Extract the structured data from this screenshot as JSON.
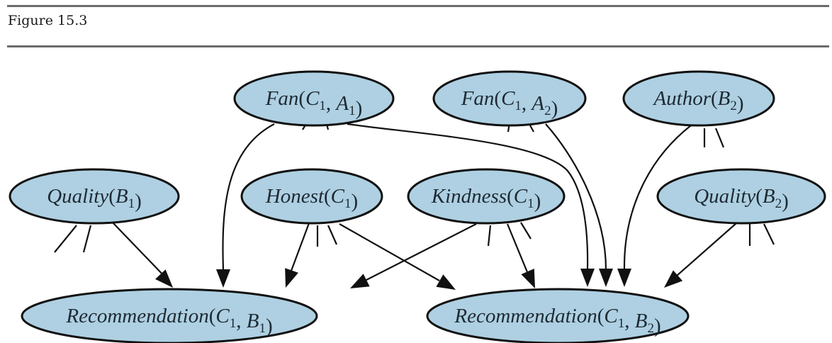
{
  "figure": {
    "caption": "Figure 15.3"
  },
  "diagram": {
    "fill_color": "#aed0e2",
    "stroke_color": "#111111",
    "nodes": [
      {
        "id": "fan_c1_a1",
        "name": "Fan",
        "args": [
          {
            "sym": "C",
            "sub": "1"
          },
          {
            "sym": "A",
            "sub": "1"
          }
        ]
      },
      {
        "id": "fan_c1_a2",
        "name": "Fan",
        "args": [
          {
            "sym": "C",
            "sub": "1"
          },
          {
            "sym": "A",
            "sub": "2"
          }
        ]
      },
      {
        "id": "author_b2",
        "name": "Author",
        "args": [
          {
            "sym": "B",
            "sub": "2"
          }
        ]
      },
      {
        "id": "quality_b1",
        "name": "Quality",
        "args": [
          {
            "sym": "B",
            "sub": "1"
          }
        ]
      },
      {
        "id": "honest_c1",
        "name": "Honest",
        "args": [
          {
            "sym": "C",
            "sub": "1"
          }
        ]
      },
      {
        "id": "kindness_c1",
        "name": "Kindness",
        "args": [
          {
            "sym": "C",
            "sub": "1"
          }
        ]
      },
      {
        "id": "quality_b2",
        "name": "Quality",
        "args": [
          {
            "sym": "B",
            "sub": "2"
          }
        ]
      },
      {
        "id": "rec_c1_b1",
        "name": "Recommendation",
        "args": [
          {
            "sym": "C",
            "sub": "1"
          },
          {
            "sym": "B",
            "sub": "1"
          }
        ]
      },
      {
        "id": "rec_c1_b2",
        "name": "Recommendation",
        "args": [
          {
            "sym": "C",
            "sub": "1"
          },
          {
            "sym": "B",
            "sub": "2"
          }
        ]
      }
    ],
    "edges": [
      {
        "from": "quality_b1",
        "to": "rec_c1_b1"
      },
      {
        "from": "fan_c1_a1",
        "to": "rec_c1_b1"
      },
      {
        "from": "honest_c1",
        "to": "rec_c1_b1"
      },
      {
        "from": "kindness_c1",
        "to": "rec_c1_b1"
      },
      {
        "from": "honest_c1",
        "to": "rec_c1_b2"
      },
      {
        "from": "kindness_c1",
        "to": "rec_c1_b2"
      },
      {
        "from": "fan_c1_a1",
        "to": "rec_c1_b2"
      },
      {
        "from": "fan_c1_a2",
        "to": "rec_c1_b2"
      },
      {
        "from": "author_b2",
        "to": "rec_c1_b2"
      },
      {
        "from": "quality_b2",
        "to": "rec_c1_b2"
      }
    ]
  }
}
